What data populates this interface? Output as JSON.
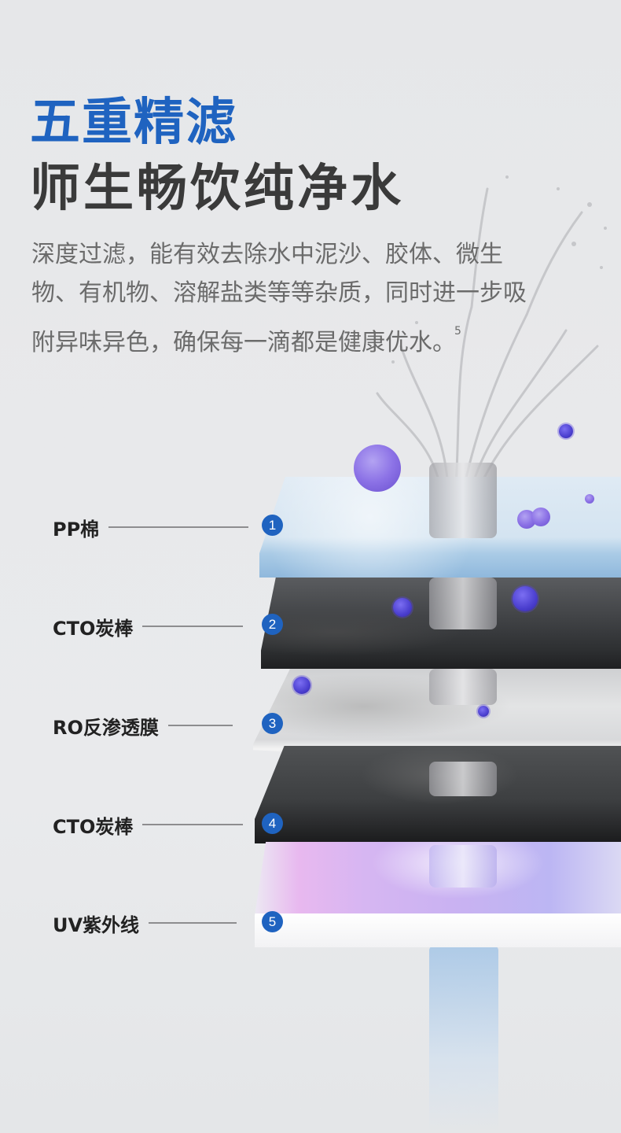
{
  "header": {
    "title_line1": "五重精滤",
    "title_line2": "师生畅饮纯净水",
    "description": "深度过滤，能有效去除水中泥沙、胶体、微生物、有机物、溶解盐类等等杂质，同时进一步吸附异味异色，确保每一滴都是健康优水。",
    "footnote_marker": "5"
  },
  "colors": {
    "accent": "#1f63c0",
    "title_dark": "#3a3a3a",
    "body_text": "#6b6b6b",
    "background": "#e7e8ea"
  },
  "filters": [
    {
      "number": "1",
      "label": "PP棉",
      "layer_type": "blue-foam"
    },
    {
      "number": "2",
      "label": "CTO炭棒",
      "layer_type": "dark-carbon"
    },
    {
      "number": "3",
      "label": "RO反渗透膜",
      "layer_type": "white-membrane"
    },
    {
      "number": "4",
      "label": "CTO炭棒",
      "layer_type": "dark-carbon"
    },
    {
      "number": "5",
      "label": "UV紫外线",
      "layer_type": "uv-light"
    }
  ]
}
